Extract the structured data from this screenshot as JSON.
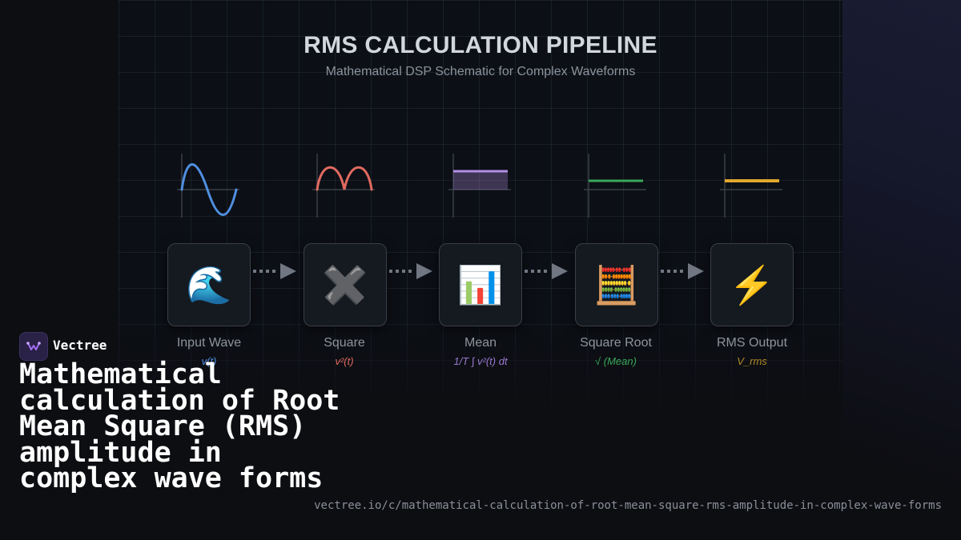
{
  "diagram": {
    "title": "RMS CALCULATION PIPELINE",
    "subtitle": "Mathematical DSP Schematic for Complex Waveforms",
    "stages": [
      {
        "label": "Input Wave",
        "formula": "v(t)",
        "icon": "🌊",
        "icon_name": "wave-icon",
        "color": "#4f8fe0",
        "graph": "sine"
      },
      {
        "label": "Square",
        "formula": "v²(t)",
        "icon": "✖️",
        "icon_name": "multiply-icon",
        "color": "#e06a60",
        "graph": "rectified"
      },
      {
        "label": "Mean",
        "formula": "1/T ∫ v²(t) dt",
        "icon": "📊",
        "icon_name": "bar-chart-icon",
        "color": "#b48ee6",
        "graph": "mean"
      },
      {
        "label": "Square Root",
        "formula": "√ (Mean)",
        "icon": "🧮",
        "icon_name": "abacus-icon",
        "color": "#3aa85a",
        "graph": "level"
      },
      {
        "label": "RMS Output",
        "formula": "V_rms",
        "icon": "⚡",
        "icon_name": "lightning-icon",
        "color": "#e0a82e",
        "graph": "level-high"
      }
    ]
  },
  "brand": {
    "name": "Vectree",
    "headline": "Mathematical calculation of Root Mean Square (RMS) amplitude in complex wave forms",
    "url": "vectree.io/c/mathematical-calculation-of-root-mean-square-rms-amplitude-in-complex-wave-forms"
  }
}
